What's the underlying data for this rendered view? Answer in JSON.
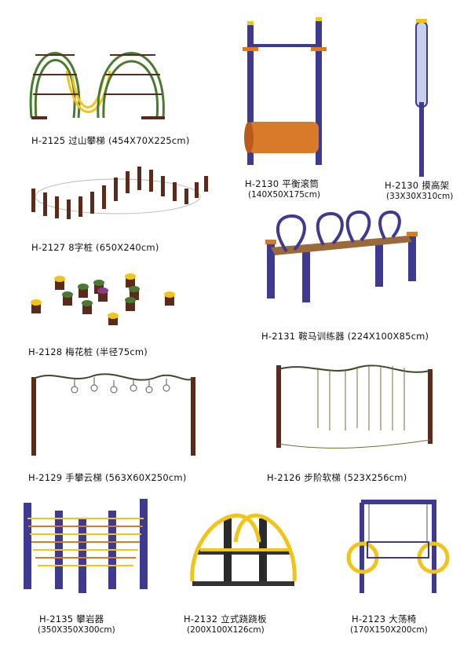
{
  "colors": {
    "purple": "#3d3a8f",
    "green": "#4a7a32",
    "yellow": "#f0c419",
    "orange": "#d87a2a",
    "brown": "#5a2a1a",
    "chain": "#7a6a3a",
    "seat": "#9a6a3a"
  },
  "products": [
    {
      "code": "H-2125",
      "name": "过山攀梯",
      "dims": "(454X70X225cm)"
    },
    {
      "code": "H-2130",
      "name": "平衡滚筒",
      "dims": "(140X50X175cm)"
    },
    {
      "code": "H-2130",
      "name": "摸高架",
      "dims": "(33X30X310cm)"
    },
    {
      "code": "H-2127",
      "name": "8字桩",
      "dims": "(650X240cm)"
    },
    {
      "code": "H-2131",
      "name": "鞍马训练器",
      "dims": "(224X100X85cm)"
    },
    {
      "code": "H-2128",
      "name": "梅花桩",
      "dims": "(半径75cm)"
    },
    {
      "code": "H-2129",
      "name": "手攀云梯",
      "dims": "(563X60X250cm)"
    },
    {
      "code": "H-2126",
      "name": "步阶软梯",
      "dims": "(523X256cm)"
    },
    {
      "code": "H-2135",
      "name": "攀岩器",
      "dims": "(350X350X300cm)"
    },
    {
      "code": "H-2132",
      "name": "立式跷跷板",
      "dims": "(200X100X126cm)"
    },
    {
      "code": "H-2123",
      "name": "大荡椅",
      "dims": "(170X150X200cm)"
    }
  ]
}
